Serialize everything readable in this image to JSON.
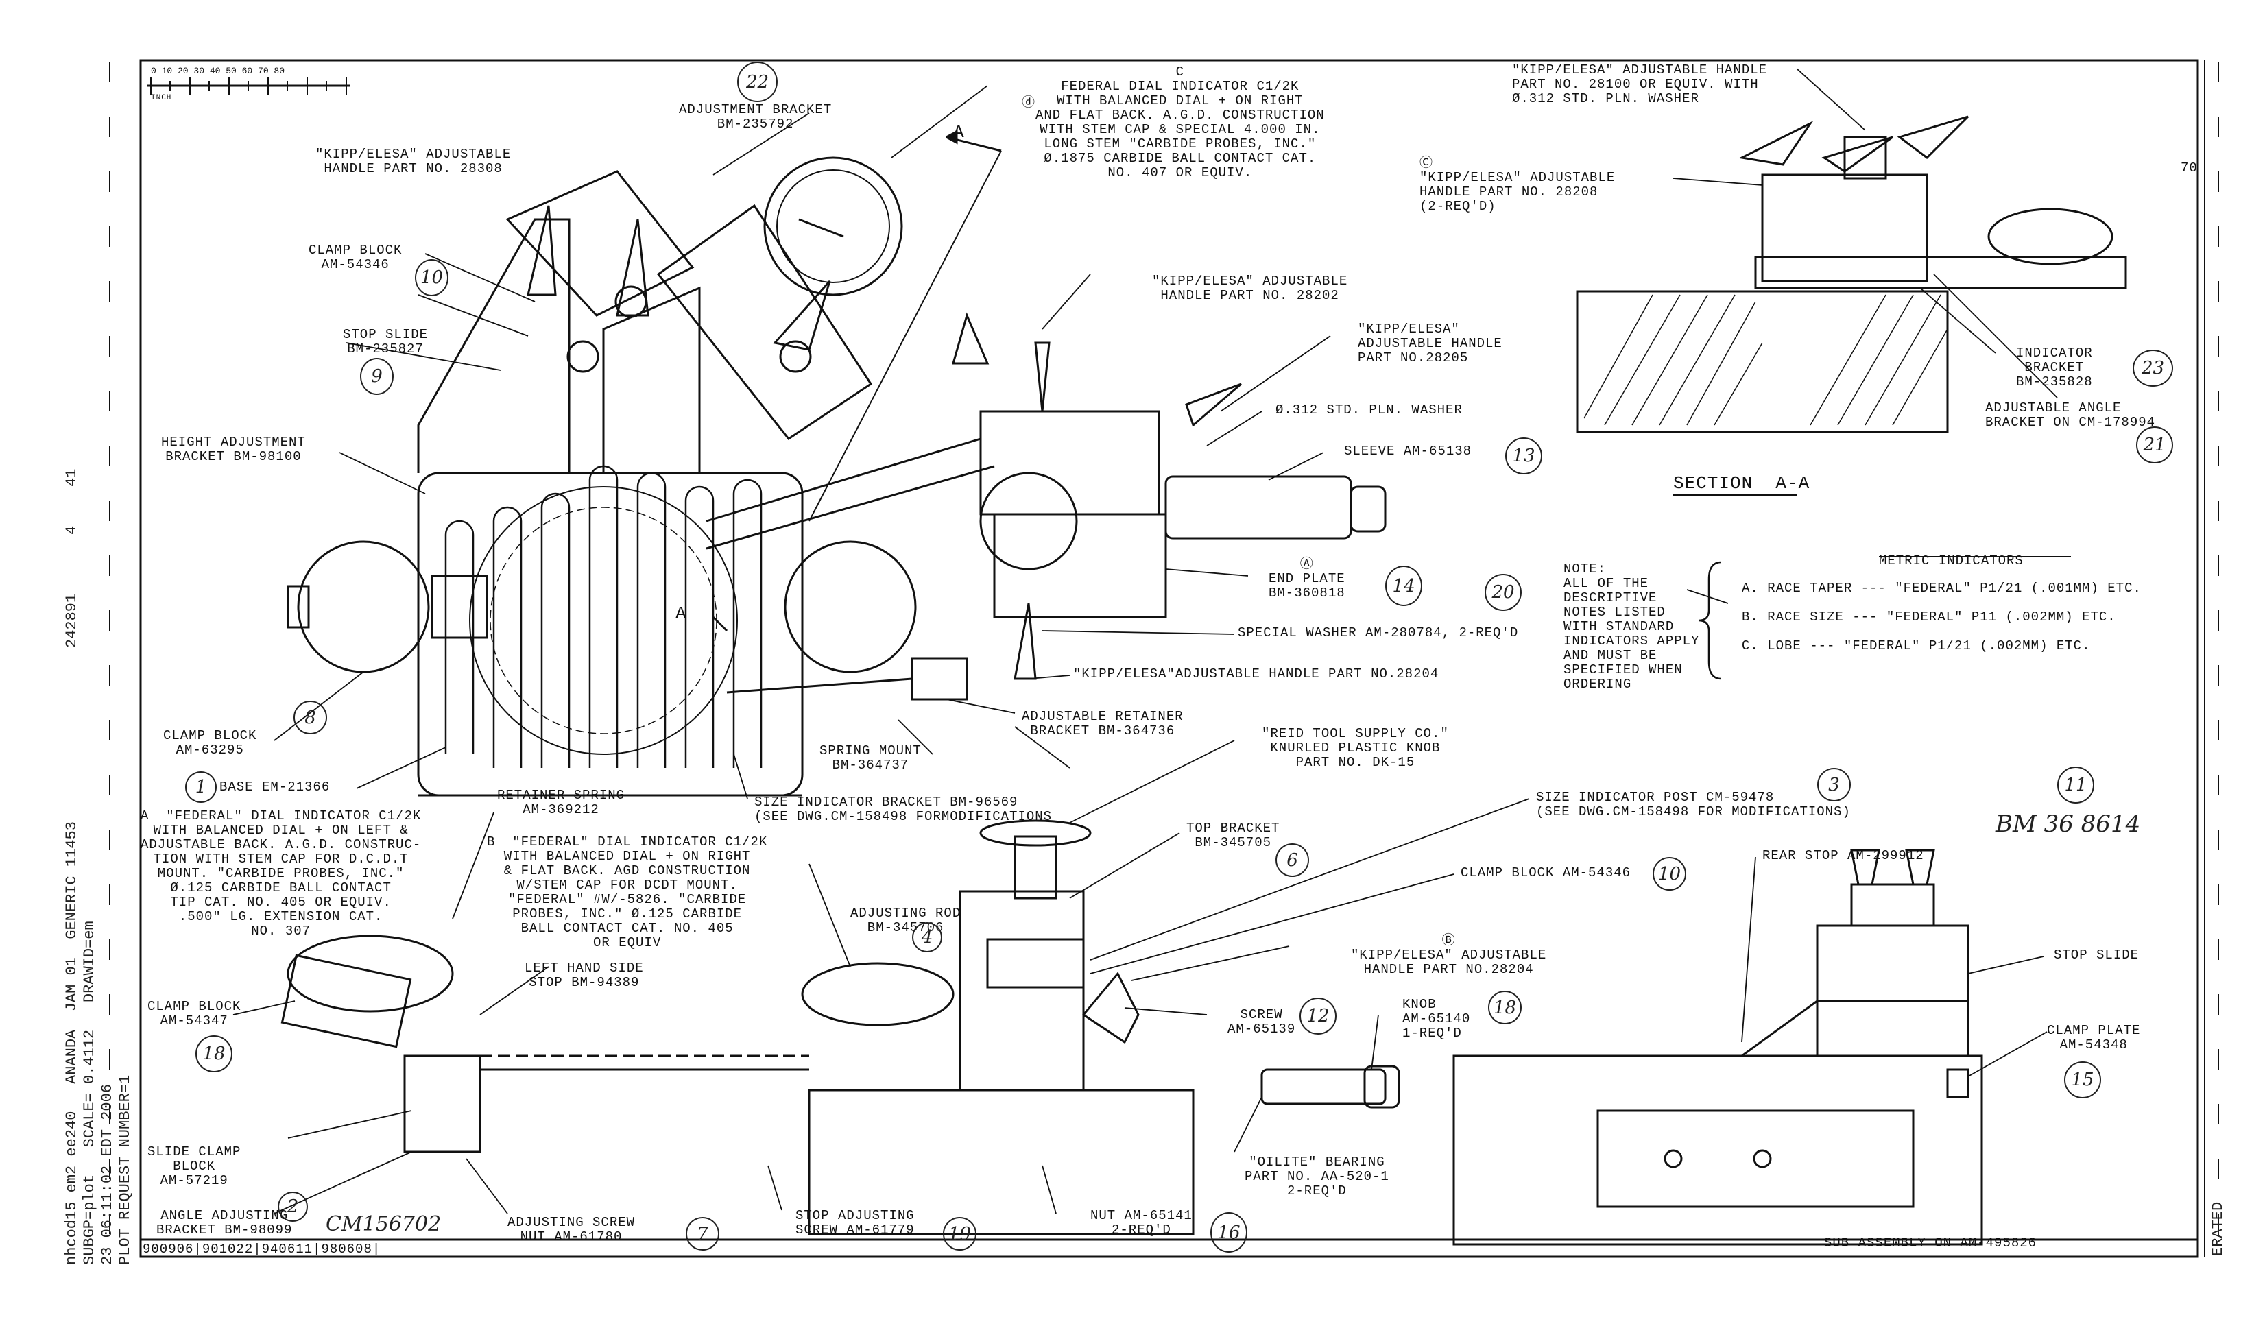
{
  "side_text": {
    "line1": "nhcod15 em2 ee240   ANANDA  JAM 01  GENERIC 11453",
    "line2": "SUBGP=plot   SCALE= 0.4112   DRAWID=em",
    "line3": "23 06:11:02 EDT 2006",
    "line4": "PLOT REQUEST NUMBER=1",
    "num1": "242891",
    "num2": "4",
    "num3": "41"
  },
  "scale_bar": {
    "numbers": "0   10  20  30  40  50  60  70  80",
    "unit": "INCH"
  },
  "labels": {
    "adjustment_bracket": "ADJUSTMENT BRACKET\nBM-235792",
    "federal_c": "C\nFEDERAL DIAL INDICATOR C1/2K\nWITH BALANCED DIAL + ON RIGHT\nAND FLAT BACK. A.G.D. CONSTRUCTION\nWITH STEM CAP & SPECIAL 4.000 IN.\nLONG STEM \"CARBIDE PROBES, INC.\"\nØ.1875 CARBIDE BALL CONTACT CAT.\nNO. 407 OR EQUIV.",
    "marker_d": "ⓓ",
    "kipp_28308": "\"KIPP/ELESA\" ADJUSTABLE\nHANDLE PART NO. 28308",
    "clamp_block_54346": "CLAMP BLOCK\nAM-54346",
    "stop_slide_235827": "STOP SLIDE\nBM-235827",
    "height_adjustment": "HEIGHT ADJUSTMENT\nBRACKET BM-98100",
    "clamp_block_63295": "CLAMP BLOCK\nAM-63295",
    "base": "BASE EM-21366",
    "kipp_28202": "\"KIPP/ELESA\" ADJUSTABLE\nHANDLE PART NO. 28202",
    "kipp_28205": "\"KIPP/ELESA\"\nADJUSTABLE HANDLE\nPART NO.28205",
    "washer_312": "Ø.312 STD. PLN. WASHER",
    "sleeve": "SLEEVE AM-65138",
    "end_plate": "Ⓐ\nEND PLATE\nBM-360818",
    "special_washer": "SPECIAL WASHER AM-280784, 2-REQ'D",
    "kipp_28204_a": "\"KIPP/ELESA\"ADJUSTABLE HANDLE PART NO.28204",
    "adjustable_retainer": "ADJUSTABLE RETAINER\nBRACKET BM-364736",
    "spring_mount": "SPRING MOUNT\nBM-364737",
    "retainer_spring": "RETAINER SPRING\nAM-369212",
    "size_indicator_bracket": "SIZE INDICATOR BRACKET BM-96569\n(SEE DWG.CM-158498 FORMODIFICATIONS",
    "reid_tool": "\"REID TOOL SUPPLY CO.\"\nKNURLED PLASTIC KNOB\nPART NO. DK-15",
    "size_indicator_post": "SIZE INDICATOR POST CM-59478\n(SEE DWG.CM-158498 FOR MODIFICATIONS)",
    "top_bracket": "TOP BRACKET\nBM-345705",
    "clamp_block_54346_b": "CLAMP BLOCK AM-54346",
    "rear_stop": "REAR STOP AM-299912",
    "federal_a": "A  \"FEDERAL\" DIAL INDICATOR C1/2K\nWITH BALANCED DIAL + ON LEFT &\nADJUSTABLE BACK. A.G.D. CONSTRUC-\nTION WITH STEM CAP FOR D.C.D.T\nMOUNT. \"CARBIDE PROBES, INC.\"\nØ.125 CARBIDE BALL CONTACT\nTIP CAT. NO. 405 OR EQUIV.\n.500\" LG. EXTENSION CAT.\nNO. 307",
    "federal_b": "B  \"FEDERAL\" DIAL INDICATOR C1/2K\nWITH BALANCED DIAL + ON RIGHT\n& FLAT BACK. AGD CONSTRUCTION\nW/STEM CAP FOR DCDT MOUNT.\n\"FEDERAL\" #W/-5826. \"CARBIDE\nPROBES, INC.\" Ø.125 CARBIDE\nBALL CONTACT CAT. NO. 405\nOR EQUIV",
    "adjusting_rod": "ADJUSTING ROD\nBM-345706",
    "left_hand_side_stop": "LEFT HAND SIDE\nSTOP BM-94389",
    "kipp_28204_b": "Ⓑ\n\"KIPP/ELESA\" ADJUSTABLE\nHANDLE PART NO.28204",
    "screw": "SCREW\nAM-65139",
    "knob": "KNOB\nAM-65140\n1-REQ'D",
    "clamp_block_54347": "CLAMP BLOCK\nAM-54347",
    "slide_clamp_block": "SLIDE CLAMP\nBLOCK\nAM-57219",
    "angle_adjusting_bracket": "ANGLE ADJUSTING\nBRACKET BM-98099",
    "adjusting_screw_nut": "ADJUSTING SCREW\nNUT AM-61780",
    "stop_adjusting_screw": "STOP ADJUSTING\nSCREW AM-61779",
    "nut": "NUT AM-65141\n2-REQ'D",
    "oilite_bearing": "\"OILITE\" BEARING\nPART NO. AA-520-1\n2-REQ'D",
    "kipp_28100": "\"KIPP/ELESA\" ADJUSTABLE HANDLE\nPART NO. 28100 OR EQUIV. WITH\nØ.312 STD. PLN. WASHER",
    "kipp_28208": "Ⓒ\n\"KIPP/ELESA\" ADJUSTABLE\nHANDLE PART NO. 28208\n(2-REQ'D)",
    "indicator_bracket": "INDICATOR\nBRACKET\nBM-235828",
    "adjustable_angle_bracket": "ADJUSTABLE ANGLE\nBRACKET ON CM-178994",
    "section_aa": "SECTION  A-A",
    "stop_slide": "STOP SLIDE",
    "clamp_plate": "CLAMP PLATE\nAM-54348",
    "sub_assembly": "SUB ASSEMBLY ON AM-495826",
    "note": "NOTE:\nALL OF THE\nDESCRIPTIVE\nNOTES LISTED\nWITH STANDARD\nINDICATORS APPLY\nAND MUST BE\nSPECIFIED WHEN\nORDERING",
    "metric_title": "METRIC INDICATORS",
    "metric_a": "A. RACE TAPER --- \"FEDERAL\" P1/21 (.001MM) ETC.",
    "metric_b": "B. RACE SIZE --- \"FEDERAL\" P11 (.002MM) ETC.",
    "metric_c": "C. LOBE --- \"FEDERAL\" P1/21 (.002MM) ETC.",
    "page_num": "70",
    "erated": "ERATED",
    "rev_strip": "900906|901022|940611|980608|",
    "view_a1": "A",
    "view_a2": "A"
  },
  "handwritten": {
    "bm368614": "BM 36 8614",
    "cm156702": "CM156702"
  },
  "circled": [
    "22",
    "10",
    "9",
    "8",
    "1",
    "6",
    "11",
    "13",
    "14",
    "20",
    "23",
    "21",
    "3",
    "10",
    "12",
    "18",
    "15",
    "18",
    "2",
    "16",
    "19",
    "7",
    "4"
  ]
}
